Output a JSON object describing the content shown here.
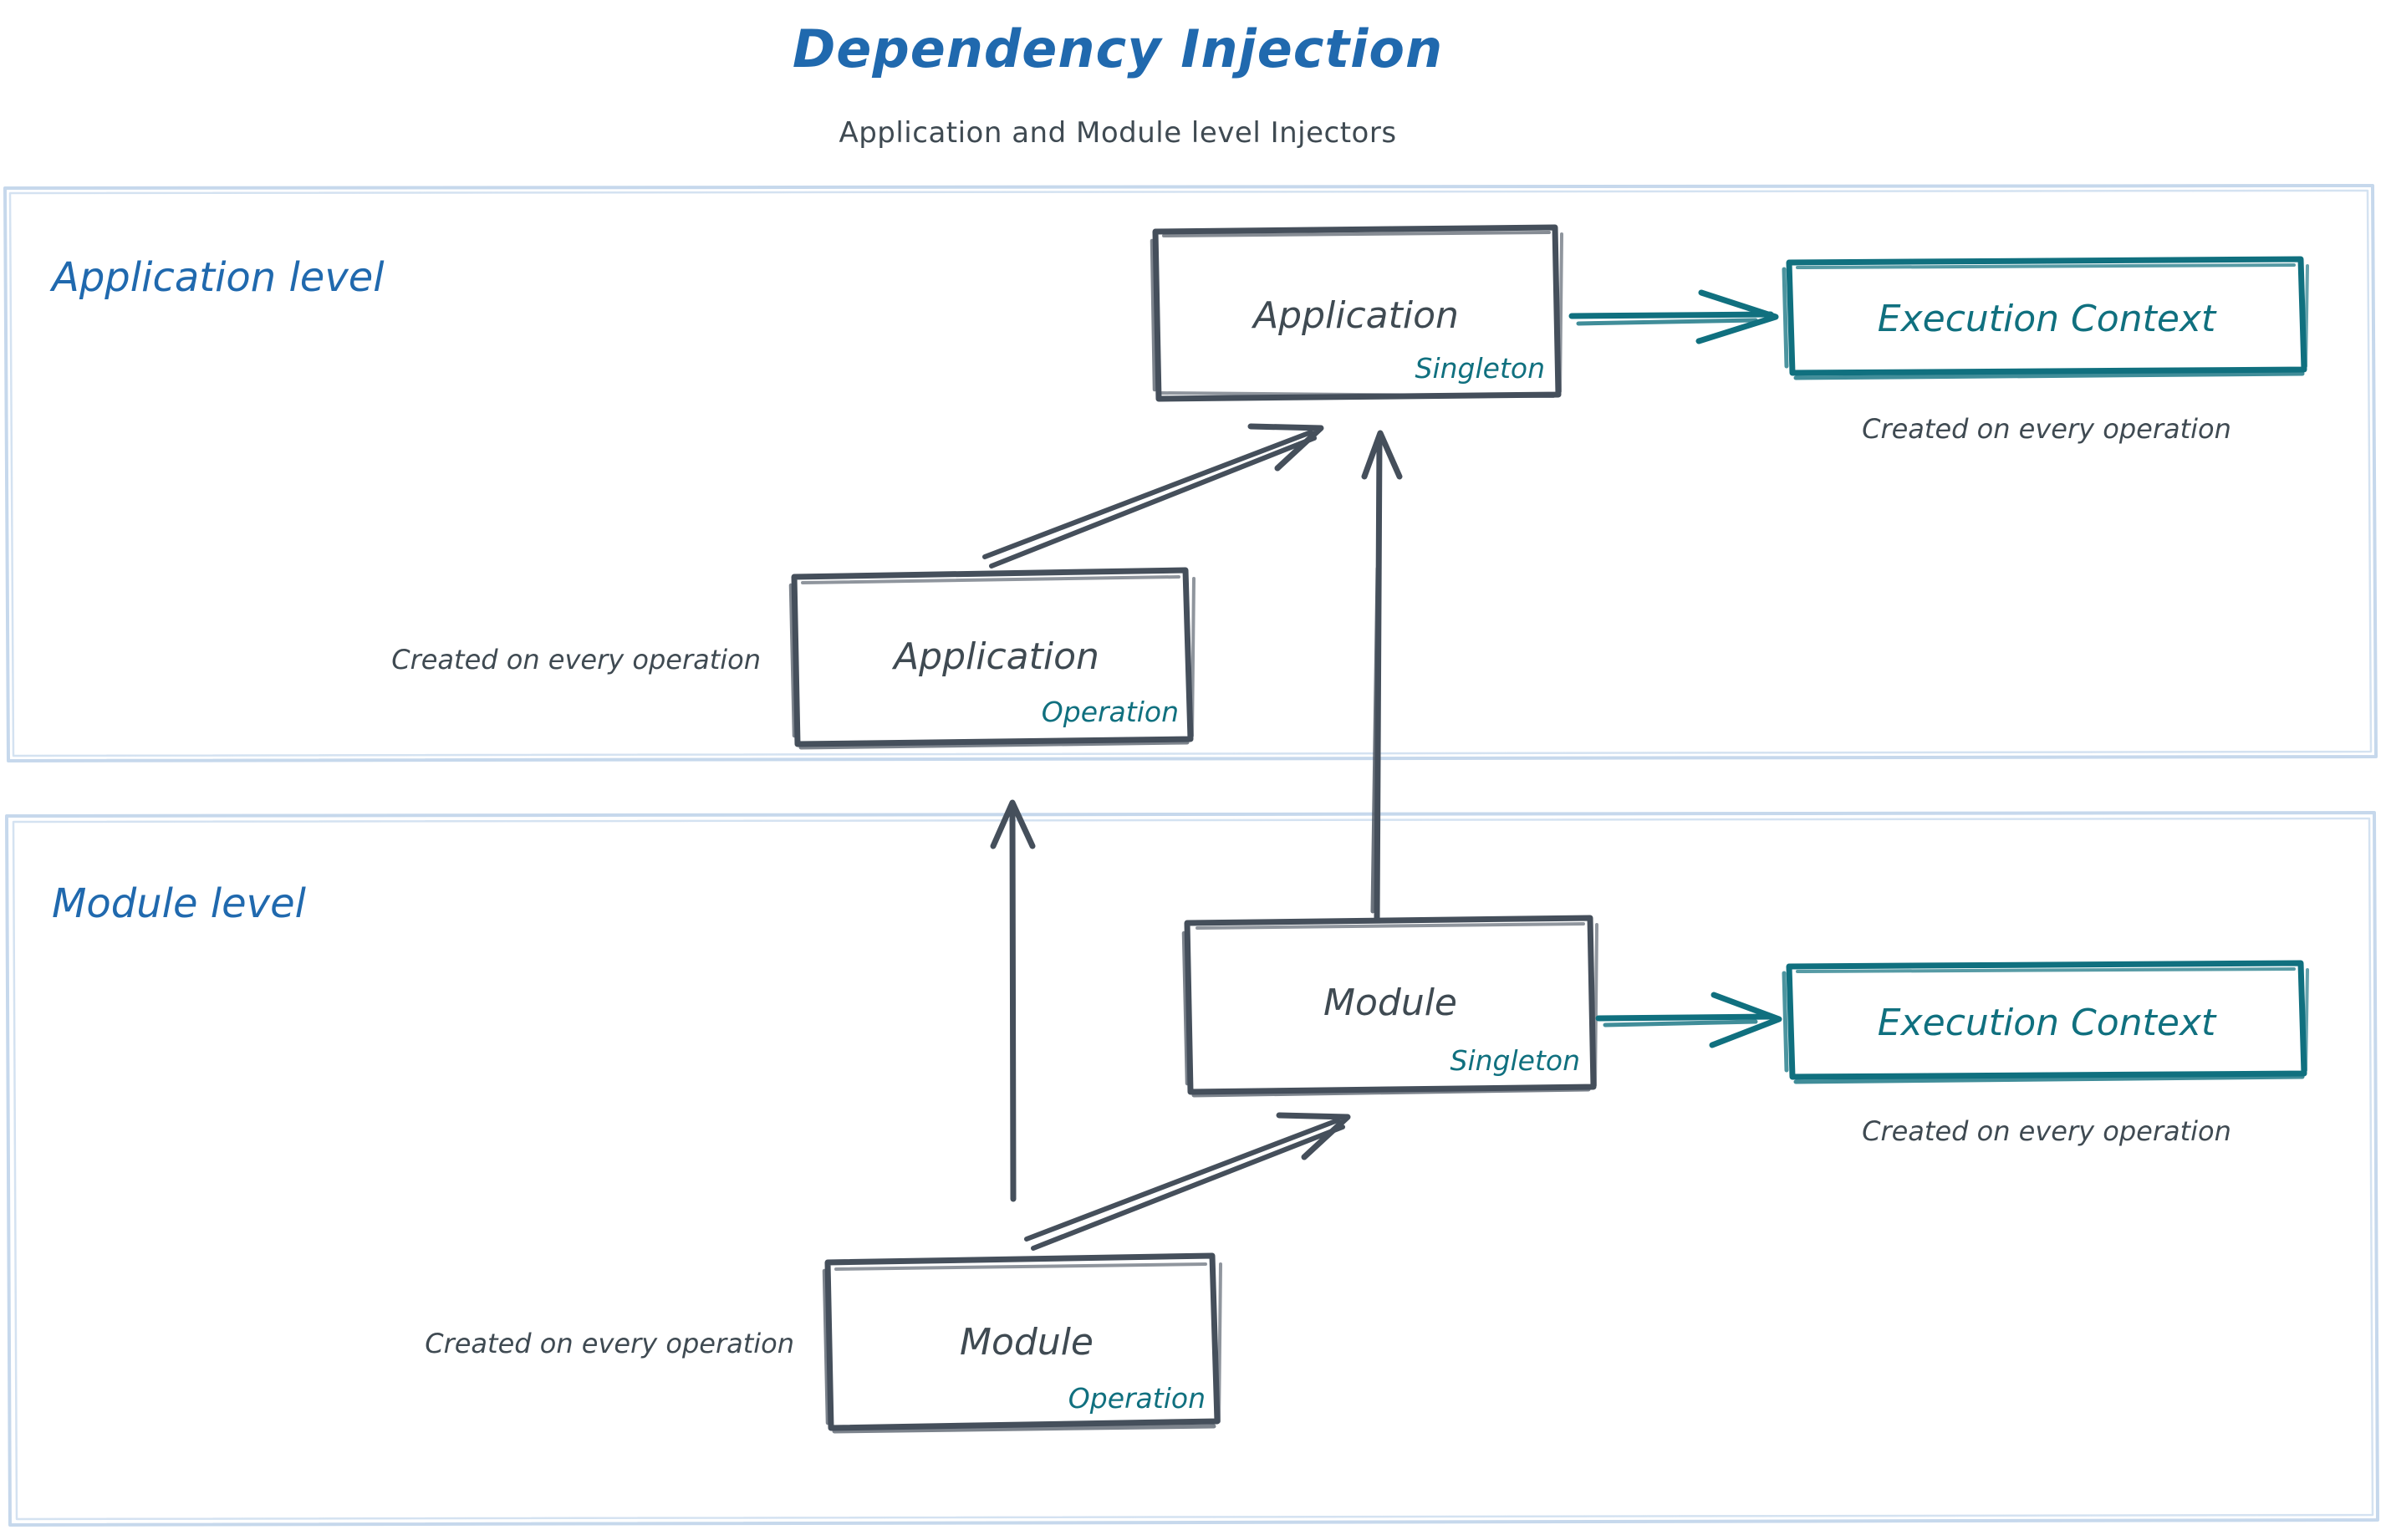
{
  "header": {
    "title": "Dependency Injection",
    "subtitle": "Application and Module level Injectors"
  },
  "colors": {
    "title_blue": "#2069ae",
    "section_label_blue": "#2069ae",
    "container_border": "#c6d8ec",
    "box_stroke_dark": "#454f5b",
    "text_dark": "#3f4a52",
    "teal": "#10707f",
    "background": "#ffffff"
  },
  "sections": [
    {
      "id": "application-level",
      "label": "Application level",
      "nodes": [
        {
          "id": "application-singleton",
          "title": "Application",
          "scope": "Singleton",
          "style": "dark"
        },
        {
          "id": "execution-context-application",
          "title": "Execution Context",
          "scope": "",
          "style": "teal",
          "caption": "Created on every operation"
        },
        {
          "id": "application-operation",
          "title": "Application",
          "scope": "Operation",
          "style": "dark",
          "caption": "Created on every operation"
        }
      ]
    },
    {
      "id": "module-level",
      "label": "Module level",
      "nodes": [
        {
          "id": "module-singleton",
          "title": "Module",
          "scope": "Singleton",
          "style": "dark"
        },
        {
          "id": "execution-context-module",
          "title": "Execution Context",
          "scope": "",
          "style": "teal",
          "caption": "Created on every operation"
        },
        {
          "id": "module-operation",
          "title": "Module",
          "scope": "Operation",
          "style": "dark",
          "caption": "Created on every operation"
        }
      ]
    }
  ],
  "labels": {
    "app_singleton_title": "Application",
    "app_singleton_scope": "Singleton",
    "app_operation_title": "Application",
    "app_operation_scope": "Operation",
    "app_operation_caption": "Created on every operation",
    "exec_ctx_app_title": "Execution Context",
    "exec_ctx_app_caption": "Created on every operation",
    "module_singleton_title": "Module",
    "module_singleton_scope": "Singleton",
    "module_operation_title": "Module",
    "module_operation_scope": "Operation",
    "module_operation_caption": "Created on every operation",
    "exec_ctx_module_title": "Execution Context",
    "exec_ctx_module_caption": "Created on every operation",
    "application_level": "Application level",
    "module_level": "Module level"
  },
  "arrows": [
    {
      "id": "app-singleton-to-exec-ctx",
      "from": "application-singleton",
      "to": "execution-context-application",
      "color": "teal",
      "direction": "right"
    },
    {
      "id": "app-operation-to-app-singleton",
      "from": "application-operation",
      "to": "application-singleton",
      "color": "dark",
      "direction": "up-right"
    },
    {
      "id": "module-singleton-to-app-singleton",
      "from": "module-singleton",
      "to": "application-singleton",
      "color": "dark",
      "direction": "up"
    },
    {
      "id": "module-singleton-to-exec-ctx",
      "from": "module-singleton",
      "to": "execution-context-module",
      "color": "teal",
      "direction": "right"
    },
    {
      "id": "module-operation-to-module-singleton",
      "from": "module-operation",
      "to": "module-singleton",
      "color": "dark",
      "direction": "up-right"
    },
    {
      "id": "module-operation-to-app-operation",
      "from": "module-operation",
      "to": "application-operation",
      "color": "dark",
      "direction": "up"
    }
  ]
}
